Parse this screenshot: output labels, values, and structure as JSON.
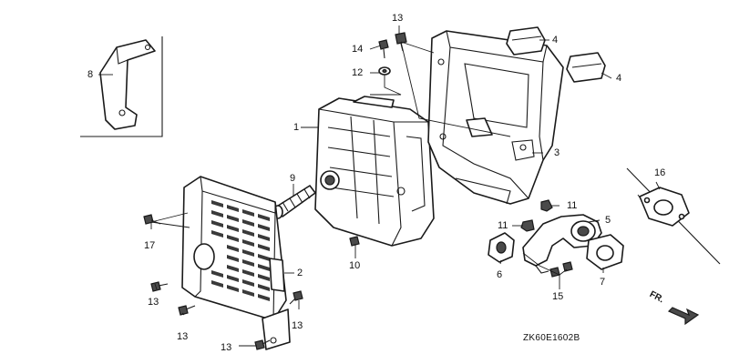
{
  "callouts": {
    "p1": "1",
    "p2": "2",
    "p3": "3",
    "p4a": "4",
    "p4b": "4",
    "p5": "5",
    "p6": "6",
    "p7": "7",
    "p8": "8",
    "p9": "9",
    "p10": "10",
    "p11a": "11",
    "p11b": "11",
    "p12": "12",
    "p13a": "13",
    "p13b": "13",
    "p13c": "13",
    "p13d": "13",
    "p13e": "13",
    "p14": "14",
    "p15": "15",
    "p16": "16",
    "p17": "17"
  },
  "direction_marker": "FR.",
  "diagram_code": "ZK60E1602B",
  "colors": {
    "line": "#1a1a1a",
    "background": "#ffffff",
    "grille": "#3a3a3a"
  }
}
